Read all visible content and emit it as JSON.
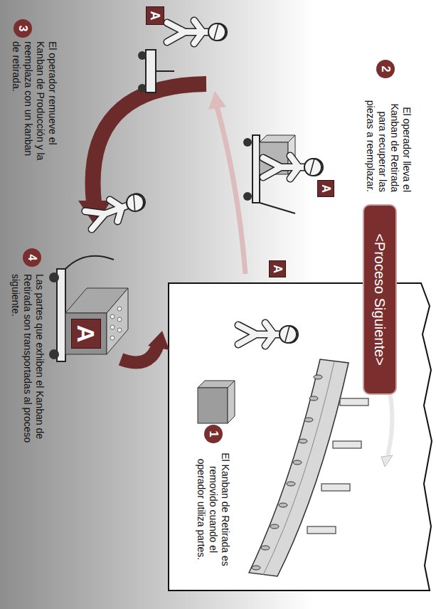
{
  "diagram": {
    "nodes": [
      {
        "text": [
          "<Proceso Siguiente>"
        ]
      },
      {
        "text": [
          "1"
        ]
      },
      {
        "text": [
          "2"
        ]
      },
      {
        "text": [
          "3"
        ]
      },
      {
        "text": [
          "4"
        ]
      }
    ],
    "labels": [
      "El Kanban de Retirada es removido cuando el operador utiliza partes.",
      "El operador lleva el Kanban de Retirada para recuperar las piezas a reemplazar.",
      "El operador remueve el Kanban de Producción y la reemplaza con un kanban de retirada.",
      "Las partes que exhiben el Kanban de Retirada son transportadas al proceso siguiente.",
      "A",
      "A",
      "A",
      "A"
    ]
  }
}
